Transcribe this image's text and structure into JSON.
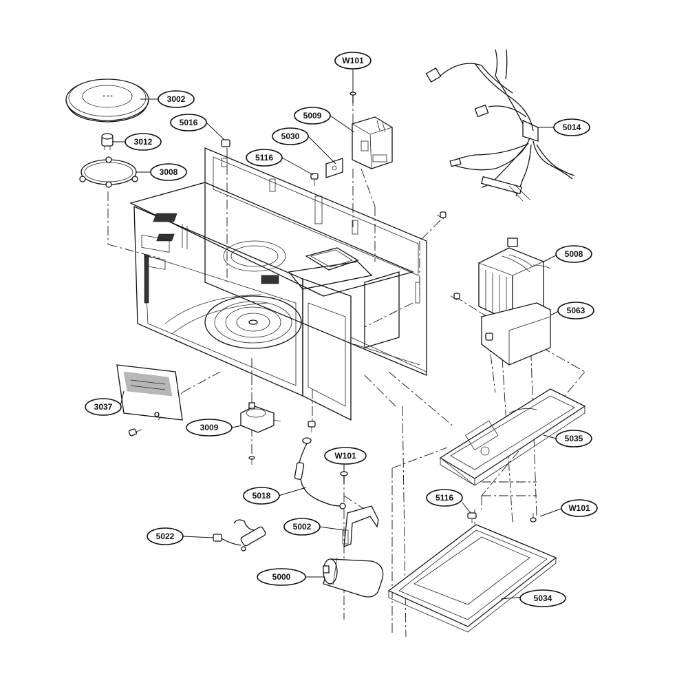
{
  "labels": {
    "p3002": "3002",
    "p3012": "3012",
    "p3008": "3008",
    "p5016": "5016",
    "p5030": "5030",
    "p5116a": "5116",
    "p5009": "5009",
    "pW101a": "W101",
    "p5014": "5014",
    "p5008": "5008",
    "p5063": "5063",
    "p3037": "3037",
    "p3009": "3009",
    "p5035": "5035",
    "pW101b": "W101",
    "p5018": "5018",
    "p5116b": "5116",
    "pW101c": "W101",
    "p5002": "5002",
    "p5022": "5022",
    "p5000": "5000",
    "p5034": "5034"
  }
}
